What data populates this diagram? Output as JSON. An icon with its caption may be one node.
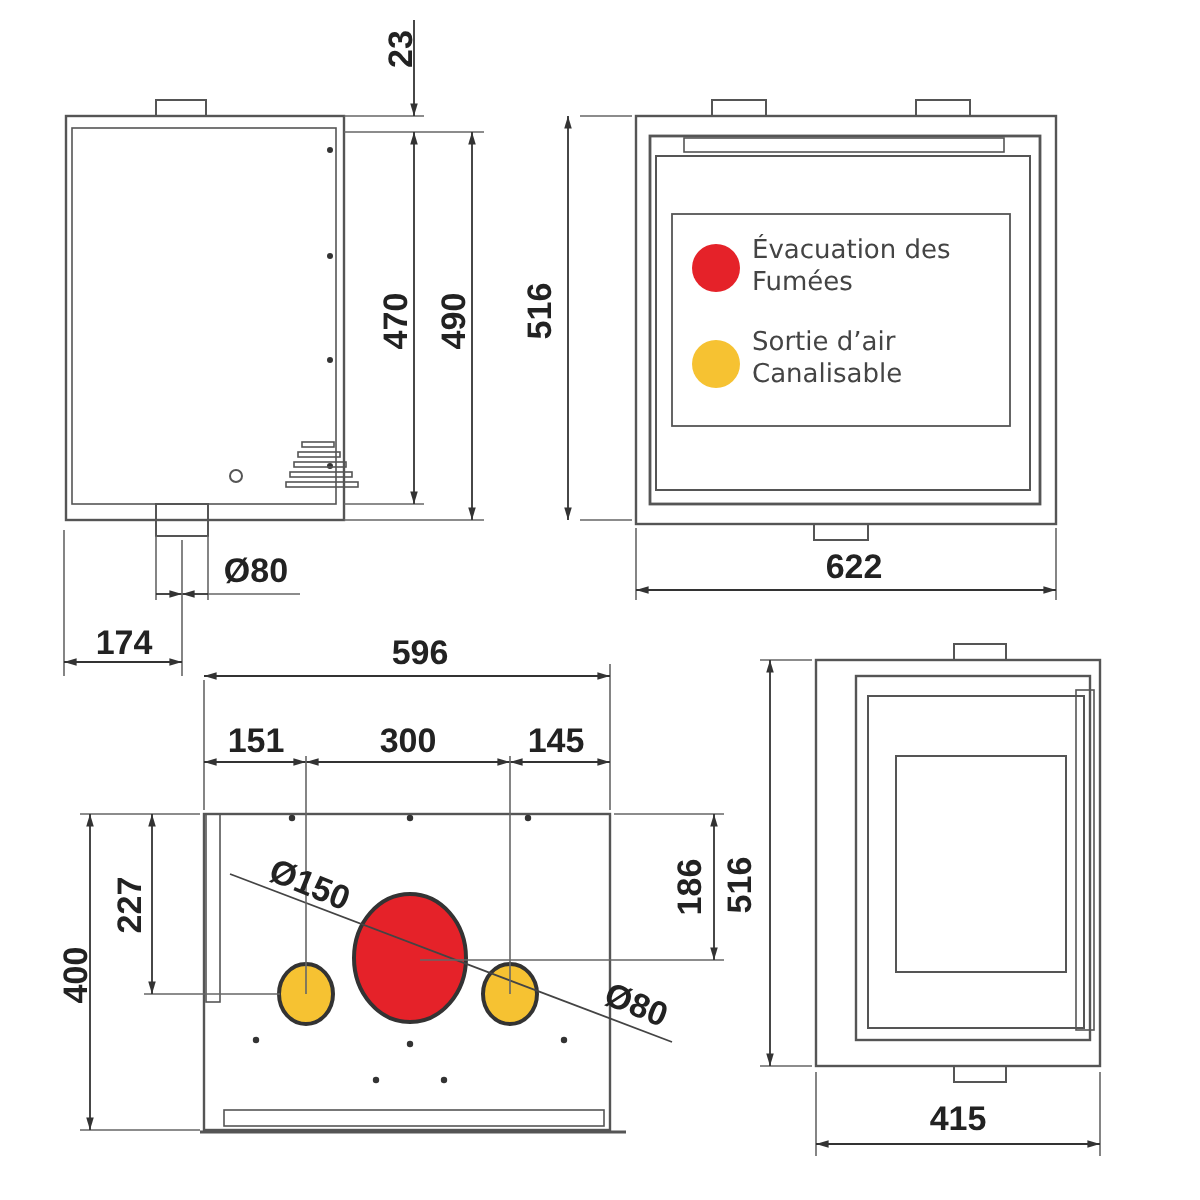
{
  "diagram": {
    "labels": [
      "23",
      "470",
      "490",
      "516",
      "622",
      "Ø80",
      "174",
      "596",
      "151",
      "300",
      "145",
      "516",
      "227",
      "400",
      "186",
      "Ø150",
      "Ø80",
      "415"
    ],
    "legend": [
      {
        "text": "Évacuation des Fumées",
        "color": "#e52229"
      },
      {
        "text": "Sortie d’air Canalisable",
        "color": "#f6c232"
      }
    ]
  }
}
